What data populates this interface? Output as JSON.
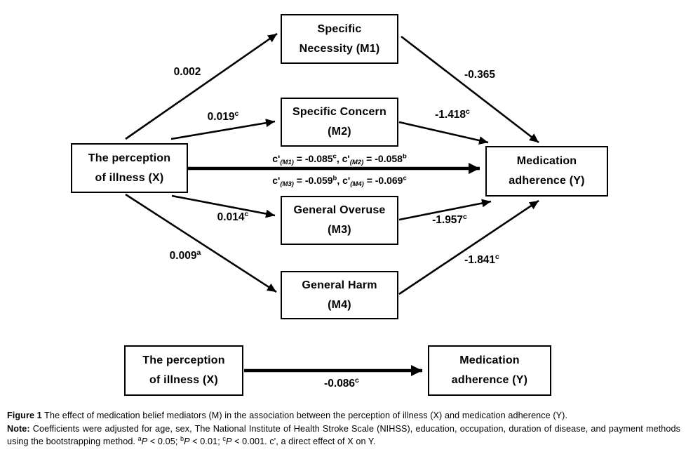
{
  "colors": {
    "ink": "#000000",
    "background": "#ffffff"
  },
  "diagram": {
    "boxes": {
      "m1": {
        "line1": "Specific",
        "line2": "Necessity (M1)"
      },
      "m2": {
        "line1": "Specific Concern",
        "line2": "(M2)"
      },
      "x": {
        "line1": "The perception",
        "line2": "of illness (X)"
      },
      "y": {
        "line1": "Medication",
        "line2": "adherence (Y)"
      },
      "m3": {
        "line1": "General Overuse",
        "line2": "(M3)"
      },
      "m4": {
        "line1": "General Harm",
        "line2": "(M4)"
      },
      "x_total": {
        "line1": "The perception",
        "line2": "of illness (X)"
      },
      "y_total": {
        "line1": "Medication",
        "line2": "adherence (Y)"
      }
    },
    "coefficients": {
      "x_m1": {
        "value": "0.002",
        "sup": ""
      },
      "x_m2": {
        "value": "0.019",
        "sup": "c"
      },
      "x_m3": {
        "value": "0.014",
        "sup": "c"
      },
      "x_m4": {
        "value": "0.009",
        "sup": "a"
      },
      "m1_y": {
        "value": "-0.365",
        "sup": ""
      },
      "m2_y": {
        "value": "-1.418",
        "sup": "c"
      },
      "m3_y": {
        "value": "-1.957",
        "sup": "c"
      },
      "m4_y": {
        "value": "-1.841",
        "sup": "c"
      },
      "x_y_total": {
        "value": "-0.086",
        "sup": "c"
      }
    },
    "direct_effect_row1": {
      "c1": "c'",
      "sub1": "(M1)",
      "eq1": " = -0.085",
      "sup1": "c",
      "sep": ", ",
      "c2": "c'",
      "sub2": "(M2)",
      "eq2": " = -0.058",
      "sup2": "b"
    },
    "direct_effect_row2": {
      "c1": "c'",
      "sub1": "(M3)",
      "eq1": " = -0.059",
      "sup1": "b",
      "sep": ", ",
      "c2": "c'",
      "sub2": "(M4)",
      "eq2": " = -0.069",
      "sup2": "c"
    }
  },
  "caption": {
    "figure_label": "Figure 1",
    "figure_text": " The effect of medication belief mediators (M) in the association between the perception of illness (X) and medication adherence (Y).",
    "note_label": "Note:",
    "note_text": " Coefficients were adjusted for age, sex, The National Institute of Health Stroke Scale (NIHSS), education, occupation, duration of disease, and payment methods using the bootstrapping method. ",
    "sig_a_sup": "a",
    "sig_a_p": "P",
    "sig_a_tail": " < 0.05; ",
    "sig_b_sup": "b",
    "sig_b_p": "P",
    "sig_b_tail": " < 0.01; ",
    "sig_c_sup": "c",
    "sig_c_p": "P",
    "sig_c_tail": " < 0.001. c', a direct effect of X on Y."
  }
}
